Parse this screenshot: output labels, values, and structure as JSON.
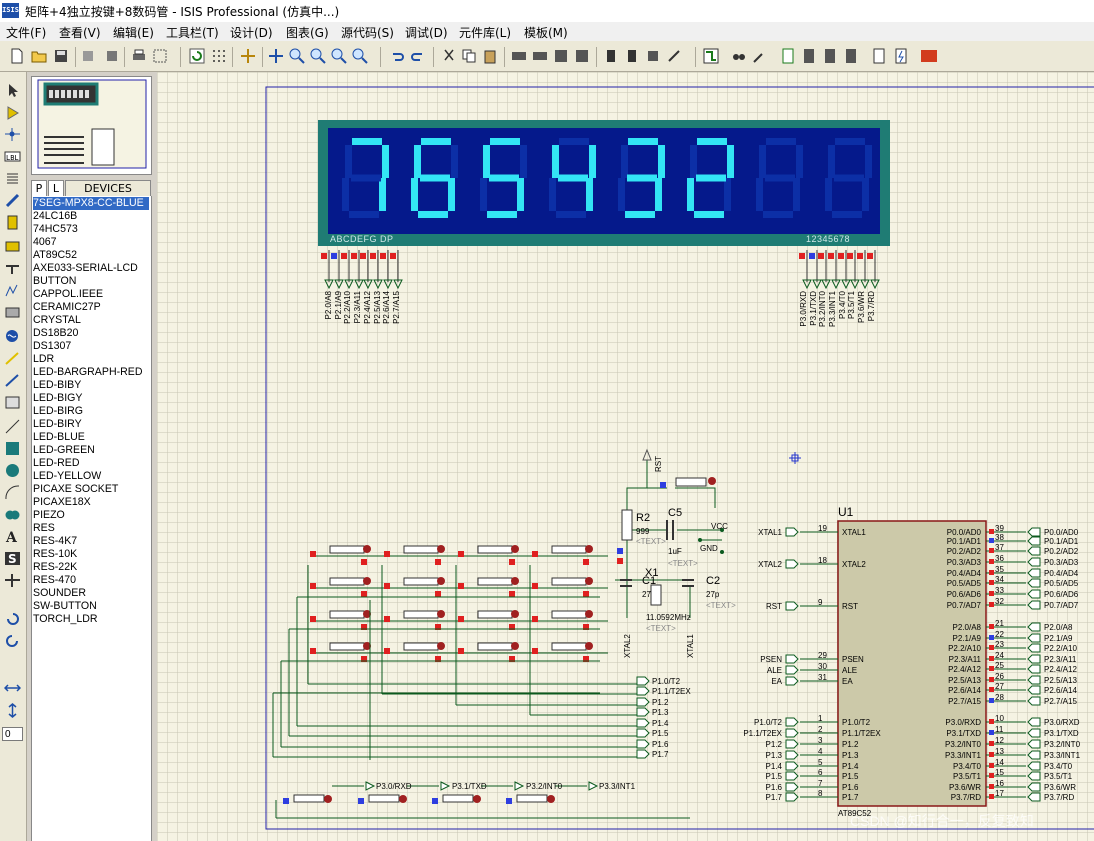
{
  "window": {
    "title": "矩阵+4独立按键+8数码管 - ISIS Professional (仿真中...)",
    "app_icon": "ISIS"
  },
  "menu": [
    "文件(F)",
    "查看(V)",
    "编辑(E)",
    "工具栏(T)",
    "设计(D)",
    "图表(G)",
    "源代码(S)",
    "调试(D)",
    "元件库(L)",
    "模板(M)"
  ],
  "toolbar_icons": [
    "new-file-icon",
    "open-folder-icon",
    "save-icon",
    "import-section-icon",
    "export-section-icon",
    "print-icon",
    "print-area-icon",
    "refresh-icon",
    "grid-icon",
    "origin-icon",
    "pan-icon",
    "zoom-in-icon",
    "zoom-out-icon",
    "zoom-all-icon",
    "zoom-area-icon",
    "undo-icon",
    "redo-icon",
    "cut-icon",
    "copy-icon",
    "paste-icon",
    "block-copy-icon",
    "block-move-icon",
    "block-rotate-icon",
    "block-delete-icon",
    "pick-device-icon",
    "make-device-icon",
    "package-tool-icon",
    "decompose-icon",
    "wire-autorouter-icon",
    "search-icon",
    "property-tool-icon",
    "new-sheet-icon",
    "remove-sheet-icon",
    "zoom-child-icon",
    "bill-of-materials-icon",
    "netlist-icon",
    "electrical-check-icon",
    "ares-icon"
  ],
  "left_tools": [
    "selection-mode-icon",
    "component-mode-icon",
    "junction-dot-icon",
    "wire-label-icon",
    "text-script-icon",
    "buses-icon",
    "subcircuit-icon",
    "terminals-icon",
    "device-pins-icon",
    "graph-icon",
    "tape-recorder-icon",
    "generator-icon",
    "voltage-probe-icon",
    "current-probe-icon",
    "virtual-instruments-icon",
    "line-icon",
    "box-icon",
    "circle-icon",
    "arc-icon",
    "path-icon",
    "text-icon",
    "symbol-icon",
    "marker-icon",
    "rotate-cw-icon",
    "rotate-ccw-icon",
    "mirror-x-icon",
    "mirror-y-icon"
  ],
  "rotation_value": "0",
  "device_tabs": {
    "p": "P",
    "l": "L",
    "title": "DEVICES"
  },
  "devices": [
    "7SEG-MPX8-CC-BLUE",
    "24LC16B",
    "74HC573",
    "4067",
    "AT89C52",
    "AXE033-SERIAL-LCD",
    "BUTTON",
    "CAPPOL.IEEE",
    "CERAMIC27P",
    "CRYSTAL",
    "DS18B20",
    "DS1307",
    "LDR",
    "LED-BARGRAPH-RED",
    "LED-BIBY",
    "LED-BIGY",
    "LED-BIRG",
    "LED-BIRY",
    "LED-BLUE",
    "LED-GREEN",
    "LED-RED",
    "LED-YELLOW",
    "PICAXE SOCKET",
    "PICAXE18X",
    "PIEZO",
    "RES",
    "RES-4K7",
    "RES-10K",
    "RES-22K",
    "RES-470",
    "SOUNDER",
    "SW-BUTTON",
    "TORCH_LDR"
  ],
  "selected_device": "7SEG-MPX8-CC-BLUE",
  "colors": {
    "canvas_bg": "#f5f3e3",
    "grid": "#c8c6b3",
    "display_frame": "#1f7c74",
    "display_bg": "#05198b",
    "segment_on": "#33e5f5",
    "segment_off": "#0c2fa6",
    "wire": "#0b5a1e",
    "chip_fill": "#ccc9a9",
    "chip_border": "#8a1818",
    "pin_high": "#e02020",
    "pin_low": "#2e3ee0"
  },
  "display": {
    "digits": "765432",
    "segment_label": "ABCDEFG  DP",
    "common_label": "12345678",
    "left_pins": [
      "P2.0/A8",
      "P2.1/A9",
      "P2.2/A10",
      "P2.3/A11",
      "P2.4/A12",
      "P2.5/A13",
      "P2.6/A14",
      "P2.7/A15"
    ],
    "right_pins": [
      "P3.0/RXD",
      "P3.1/TXD",
      "P3.2/INT0",
      "P3.3/INT1",
      "P3.4/T0",
      "P3.5/T1",
      "P3.6/WR",
      "P3.7/RD"
    ]
  },
  "chip": {
    "ref": "U1",
    "part": "AT89C52",
    "left_pins": [
      {
        "num": "19",
        "name": "XTAL1",
        "net": "XTAL1"
      },
      {
        "num": "18",
        "name": "XTAL2",
        "net": "XTAL2"
      },
      {
        "num": "9",
        "name": "RST",
        "net": "RST"
      },
      {
        "num": "29",
        "name": "PSEN",
        "net": "PSEN"
      },
      {
        "num": "30",
        "name": "ALE",
        "net": "ALE"
      },
      {
        "num": "31",
        "name": "EA",
        "net": "EA"
      },
      {
        "num": "1",
        "name": "P1.0/T2",
        "net": "P1.0/T2"
      },
      {
        "num": "2",
        "name": "P1.1/T2EX",
        "net": "P1.1/T2EX"
      },
      {
        "num": "3",
        "name": "P1.2",
        "net": "P1.2"
      },
      {
        "num": "4",
        "name": "P1.3",
        "net": "P1.3"
      },
      {
        "num": "5",
        "name": "P1.4",
        "net": "P1.4"
      },
      {
        "num": "6",
        "name": "P1.5",
        "net": "P1.5"
      },
      {
        "num": "7",
        "name": "P1.6",
        "net": "P1.6"
      },
      {
        "num": "8",
        "name": "P1.7",
        "net": "P1.7"
      }
    ],
    "right_pins": [
      {
        "num": "39",
        "name": "P0.0/AD0",
        "net": "P0.0/AD0"
      },
      {
        "num": "38",
        "name": "P0.1/AD1",
        "net": "P0.1/AD1"
      },
      {
        "num": "37",
        "name": "P0.2/AD2",
        "net": "P0.2/AD2"
      },
      {
        "num": "36",
        "name": "P0.3/AD3",
        "net": "P0.3/AD3"
      },
      {
        "num": "35",
        "name": "P0.4/AD4",
        "net": "P0.4/AD4"
      },
      {
        "num": "34",
        "name": "P0.5/AD5",
        "net": "P0.5/AD5"
      },
      {
        "num": "33",
        "name": "P0.6/AD6",
        "net": "P0.6/AD6"
      },
      {
        "num": "32",
        "name": "P0.7/AD7",
        "net": "P0.7/AD7"
      },
      {
        "num": "21",
        "name": "P2.0/A8",
        "net": "P2.0/A8"
      },
      {
        "num": "22",
        "name": "P2.1/A9",
        "net": "P2.1/A9"
      },
      {
        "num": "23",
        "name": "P2.2/A10",
        "net": "P2.2/A10"
      },
      {
        "num": "24",
        "name": "P2.3/A11",
        "net": "P2.3/A11"
      },
      {
        "num": "25",
        "name": "P2.4/A12",
        "net": "P2.4/A12"
      },
      {
        "num": "26",
        "name": "P2.5/A13",
        "net": "P2.5/A13"
      },
      {
        "num": "27",
        "name": "P2.6/A14",
        "net": "P2.6/A14"
      },
      {
        "num": "28",
        "name": "P2.7/A15",
        "net": "P2.7/A15"
      },
      {
        "num": "10",
        "name": "P3.0/RXD",
        "net": "P3.0/RXD"
      },
      {
        "num": "11",
        "name": "P3.1/TXD",
        "net": "P3.1/TXD"
      },
      {
        "num": "12",
        "name": "P3.2/INT0",
        "net": "P3.2/INT0"
      },
      {
        "num": "13",
        "name": "P3.3/INT1",
        "net": "P3.3/INT1"
      },
      {
        "num": "14",
        "name": "P3.4/T0",
        "net": "P3.4/T0"
      },
      {
        "num": "15",
        "name": "P3.5/T1",
        "net": "P3.5/T1"
      },
      {
        "num": "16",
        "name": "P3.6/WR",
        "net": "P3.6/WR"
      },
      {
        "num": "17",
        "name": "P3.7/RD",
        "net": "P3.7/RD"
      }
    ]
  },
  "p1_labels": [
    "P1.0/T2",
    "P1.1/T2EX",
    "P1.2",
    "P1.3",
    "P1.4",
    "P1.5",
    "P1.6",
    "P1.7"
  ],
  "bottom_labels": [
    "P3.0/RXD",
    "P3.1/TXD",
    "P3.2/INT0",
    "P3.3/INT1"
  ],
  "components": {
    "r2_ref": "R2",
    "r2_value": "999",
    "c5_ref": "C5",
    "c5_value": "1uF",
    "c1_ref": "C1",
    "c1_value": "27",
    "c2_ref": "C2",
    "c2_value": "27p",
    "x1_ref": "X1",
    "x1_value": "11.0592MHz",
    "text_tag": "<TEXT>",
    "vcc": "VCC",
    "gnd": "GND",
    "rst": "RST",
    "xtal1": "XTAL1",
    "xtal2": "XTAL2"
  },
  "watermark": "CSDN @知行合一，反复致知"
}
